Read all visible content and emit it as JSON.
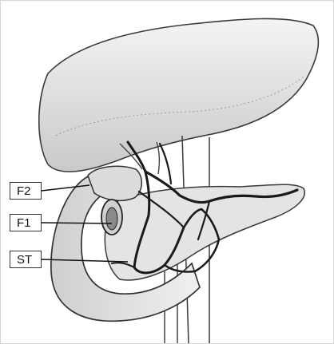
{
  "labels": {
    "f2": "F2",
    "f1": "F1",
    "st": "ST"
  },
  "colors": {
    "outline": "#333333",
    "shade": "#c8c8c8",
    "vessel": "#1a1a1a",
    "background": "#ffffff"
  }
}
